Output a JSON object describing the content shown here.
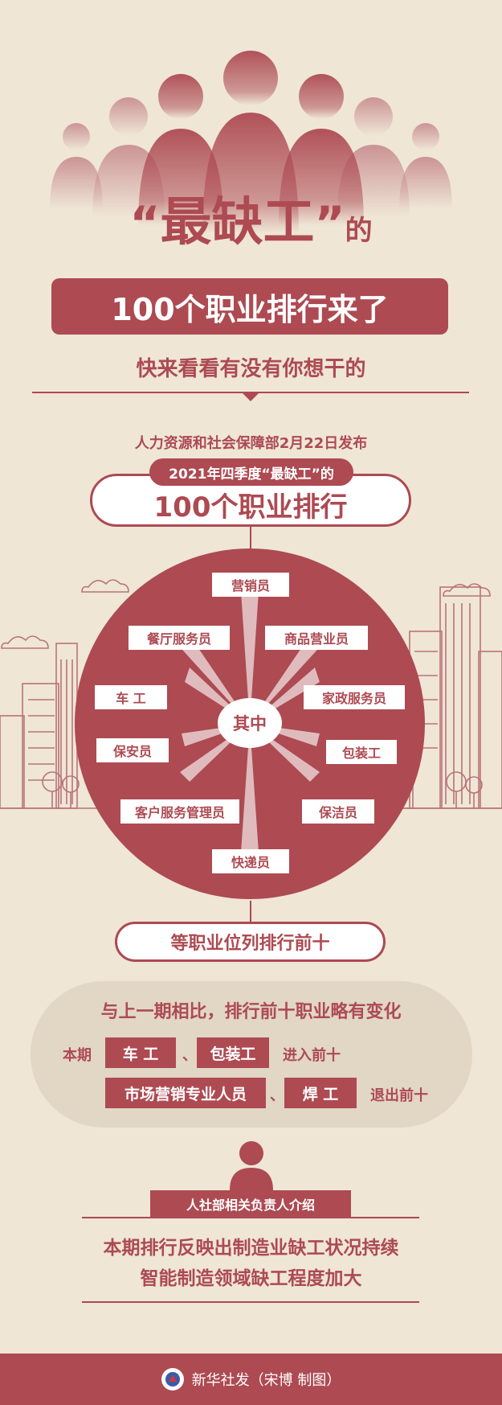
{
  "header": {
    "quote_open": "“",
    "title_main": "最缺工",
    "quote_close": "”",
    "title_suffix": "的",
    "title_bar": "100个职业排行来了",
    "subtitle": "快来看看有没有你想干的"
  },
  "publisher": "人力资源和社会保障部2月22日发布",
  "ranking": {
    "quarter_tag": "2021年四季度“最缺工”的",
    "title": "100个职业排行"
  },
  "wheel": {
    "center": "其中",
    "jobs": [
      "营销员",
      "餐厅服务员",
      "商品营业员",
      "车 工",
      "家政服务员",
      "保安员",
      "包装工",
      "客户服务管理员",
      "保洁员",
      "快递员"
    ]
  },
  "top_ten_note": "等职业位列排行前十",
  "changes": {
    "title": "与上一期相比，排行前十职业略有变化",
    "this_period": "本期",
    "entered": [
      "车 工",
      "包装工"
    ],
    "entered_sep": "、",
    "entered_label": "进入前十",
    "exited": [
      "市场营销专业人员",
      "焊 工"
    ],
    "exited_sep": "、",
    "exited_label": "退出前十"
  },
  "official": {
    "label": "人社部相关负责人介绍",
    "line1": "本期排行反映出制造业缺工状况持续",
    "line2": "智能制造领域缺工程度加大"
  },
  "footer": {
    "credit": "新华社发（宋博 制图）"
  },
  "colors": {
    "accent": "#ad4a52",
    "background": "#efe6d6",
    "panel": "#e2d6c5"
  }
}
